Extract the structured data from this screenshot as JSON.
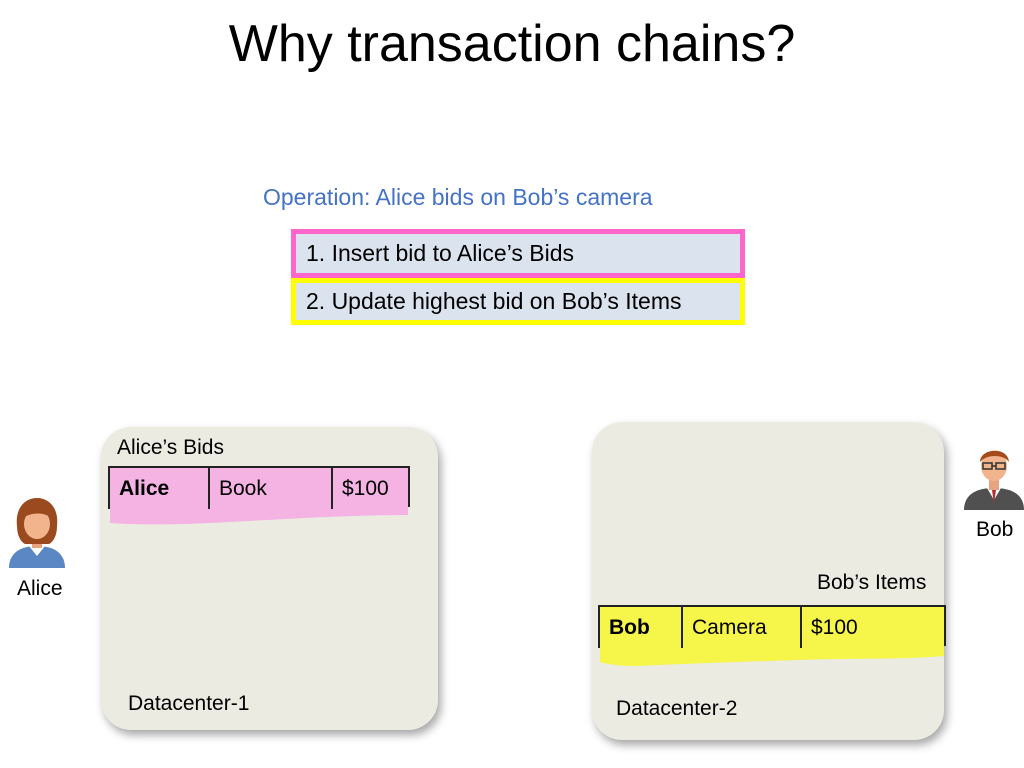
{
  "title": "Why transaction chains?",
  "operation": {
    "text": "Operation: Alice bids on Bob’s camera",
    "steps": [
      "1. Insert bid to Alice’s Bids",
      "2. Update highest bid on Bob’s Items"
    ]
  },
  "datacenters": [
    {
      "label": "Datacenter-1",
      "table": {
        "label": "Alice’s Bids",
        "row": [
          "Alice",
          "Book",
          "$100"
        ],
        "highlight_color": "#f4b3e3"
      }
    },
    {
      "label": "Datacenter-2",
      "table": {
        "label": "Bob’s Items",
        "row": [
          "Bob",
          "Camera",
          "$100"
        ],
        "highlight_color": "#f5f54a"
      }
    }
  ],
  "people": {
    "alice": {
      "name": "Alice",
      "icon": "female-user-icon"
    },
    "bob": {
      "name": "Bob",
      "icon": "male-user-icon"
    }
  },
  "colors": {
    "operation_text": "#4472c4",
    "step1_border": "#ff66cc",
    "step2_border": "#ffff00",
    "step_fill": "#dbe3ee",
    "datacenter_fill": "#ecebe1"
  }
}
